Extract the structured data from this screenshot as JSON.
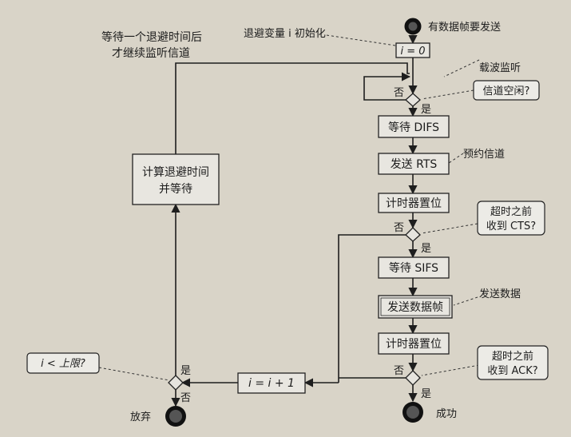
{
  "nodes": {
    "start_label": "有数据帧要发送",
    "init_label": "退避变量 i 初始化",
    "init_box": "i = 0",
    "carrier_label": "载波监听",
    "channel_idle": "信道空闲?",
    "wait_difs": "等待 DIFS",
    "send_rts": "发送 RTS",
    "reserve_label": "预约信道",
    "timer1": "计时器置位",
    "cts_q_line1": "超时之前",
    "cts_q_line2": "收到 CTS?",
    "wait_sifs": "等待 SIFS",
    "send_data": "发送数据帧",
    "send_data_label": "发送数据",
    "timer2": "计时器置位",
    "ack_q_line1": "超时之前",
    "ack_q_line2": "收到 ACK?",
    "success": "成功",
    "increment": "i = i + 1",
    "limit_q": "i < 上限?",
    "give_up": "放弃",
    "backoff_line1": "计算退避时间",
    "backoff_line2": "并等待",
    "top_note_line1": "等待一个退避时间后",
    "top_note_line2": "才继续监听信道"
  },
  "edge_labels": {
    "yes": "是",
    "no": "否"
  }
}
